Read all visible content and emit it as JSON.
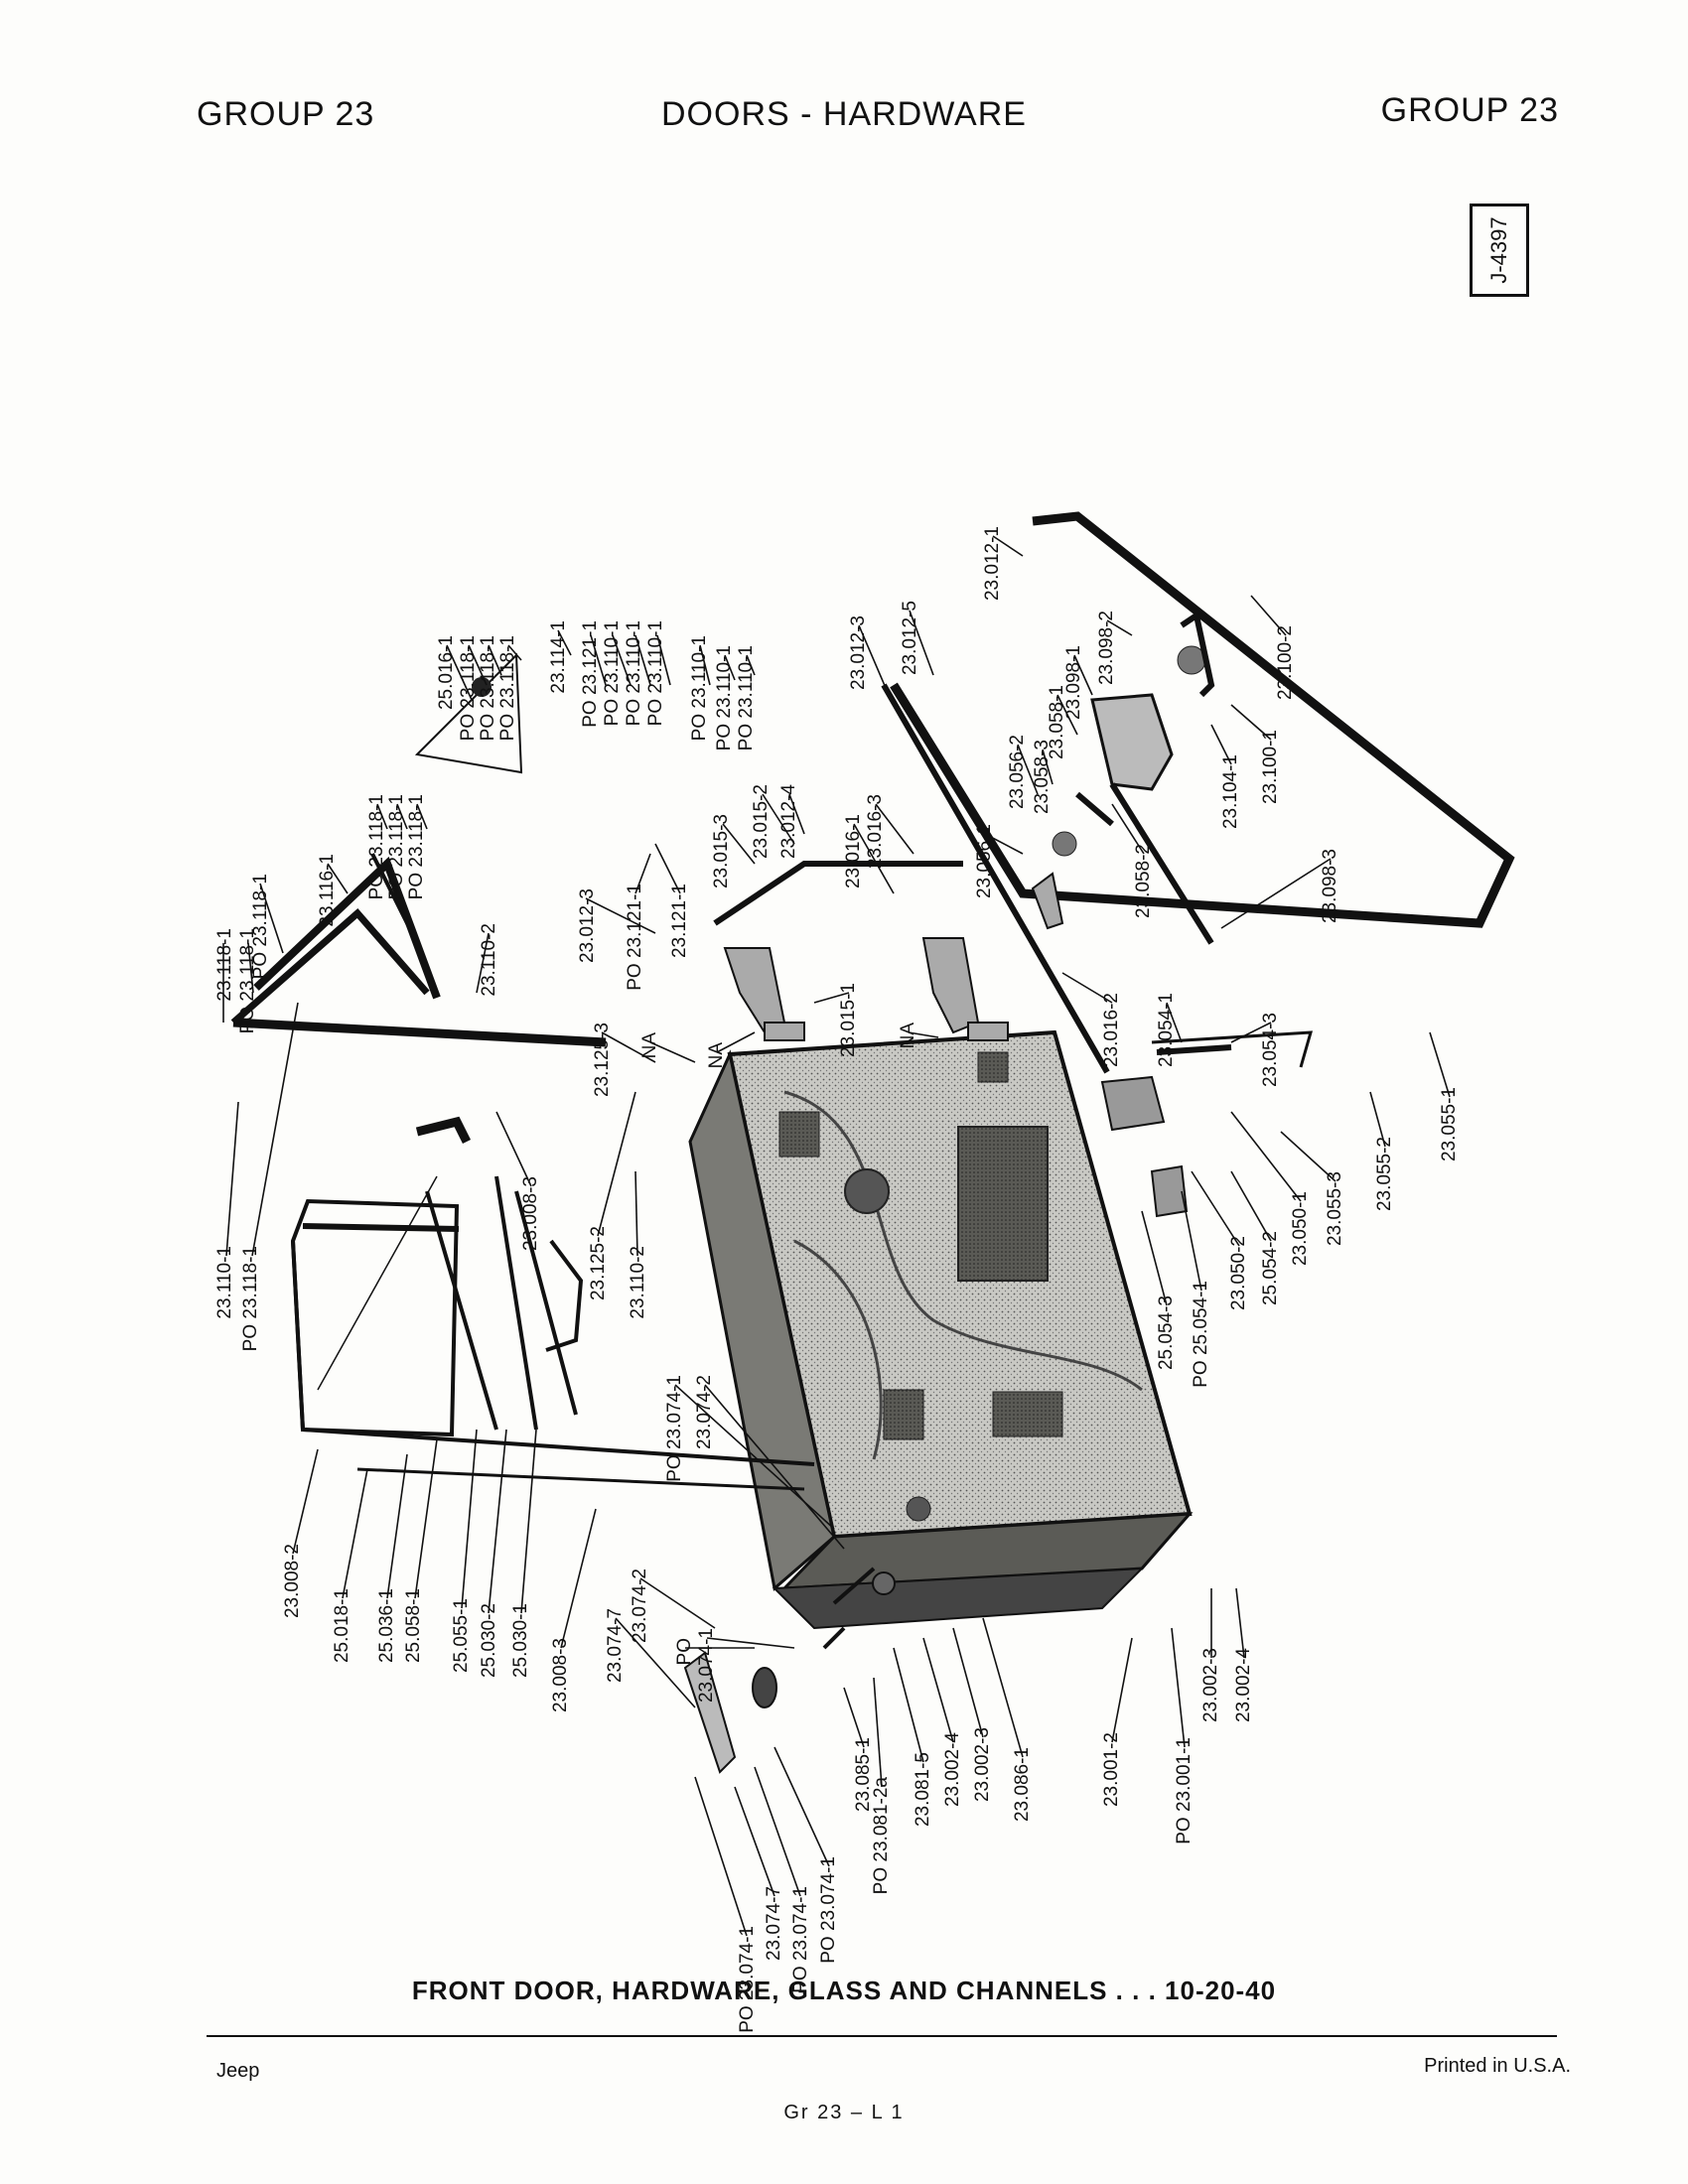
{
  "header": {
    "left": "GROUP 23",
    "center": "DOORS - HARDWARE",
    "right": "GROUP 23"
  },
  "reference_box": "J-4397",
  "caption": "FRONT DOOR, HARDWARE, GLASS AND CHANNELS . . . 10-20-40",
  "footer": {
    "left": "Jeep",
    "right": "Printed in U.S.A.",
    "center": "Gr 23 – L 1"
  },
  "callouts": [
    "23.118-1",
    "PO 23.118-1",
    "PO 23.118-1",
    "23.116-1",
    "PO 23.118-1",
    "PO 23.118-1",
    "PO 23.118-1",
    "25.016-1",
    "PO 23.118-1",
    "PO 23.118-1",
    "PO 23.118-1",
    "23.114-1",
    "PO 23.121-1",
    "PO 23.110-1",
    "PO 23.110-1",
    "PO 23.110-1",
    "PO 23.110-1",
    "PO 23.110-1",
    "PO 23.110-1",
    "23.110-2",
    "23.125-3",
    "NA",
    "23.012-3",
    "PO 23.121-1",
    "23.121-1",
    "23.015-3",
    "23.015-2",
    "23.012-4",
    "NA",
    "23.015-1",
    "23.016-1",
    "23.016-3",
    "NA",
    "23.012-3",
    "23.012-5",
    "23.012-1",
    "23.056-2",
    "23.058-3",
    "23.058-1",
    "23.056-1",
    "23.098-1",
    "23.098-2",
    "23.100-2",
    "23.100-1",
    "23.104-1",
    "23.058-2",
    "23.098-3",
    "23.016-2",
    "23.054-1",
    "23.054-3",
    "23.055-1",
    "23.055-2",
    "23.055-3",
    "23.050-1",
    "25.054-2",
    "23.050-2",
    "PO 25.054-1",
    "25.054-3",
    "23.110-1",
    "PO 23.118-1",
    "23.008-3",
    "23.125-2",
    "23.110-2",
    "23.008-2",
    "25.018-1",
    "25.036-1",
    "25.058-1",
    "25.055-1",
    "25.030-2",
    "25.030-1",
    "PO 23.074-1",
    "23.074-2",
    "23.008-3",
    "23.074-7",
    "23.074-2",
    "PO",
    "23.074-1",
    "23.085-1",
    "PO 23.081-2a",
    "23.081-5",
    "23.002-4",
    "23.002-3",
    "23.086-1",
    "23.001-2",
    "PO 23.001-1",
    "23.002-3",
    "23.002-4",
    "PO 23.074-1",
    "23.074-7",
    "PO 23.074-1",
    "PO 23.074-1"
  ]
}
